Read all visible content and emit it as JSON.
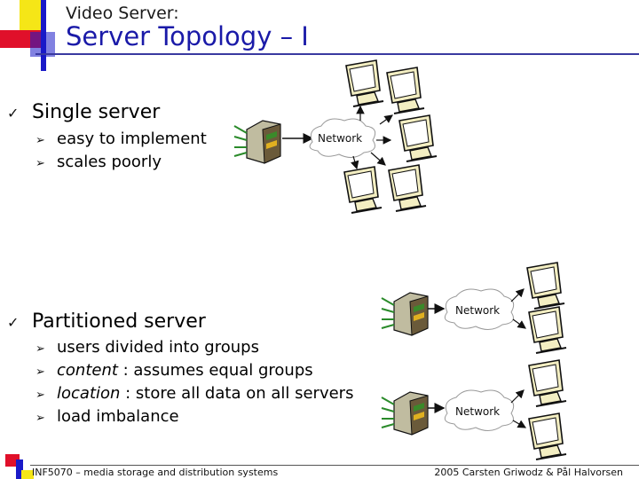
{
  "slide": {
    "subtitle": "Video Server:",
    "title": "Server Topology – I"
  },
  "section1": {
    "heading": "Single server",
    "bullets": [
      "easy to implement",
      "scales poorly"
    ],
    "network_label": "Network"
  },
  "section2": {
    "heading": "Partitioned server",
    "bullets": [
      {
        "emph": "",
        "text": "users divided into groups"
      },
      {
        "emph": "content",
        "text": " : assumes equal groups"
      },
      {
        "emph": "location",
        "text": " : store all data on all servers"
      },
      {
        "emph": "",
        "text": "load imbalance"
      }
    ],
    "network_label_top": "Network",
    "network_label_bottom": "Network"
  },
  "footer": {
    "left": "INF5070 – media storage and distribution systems",
    "right": "2005  Carsten Griwodz & Pål Halvorsen"
  },
  "colors": {
    "title": "#1a1aa8",
    "accent_red": "#e0102a",
    "accent_blue": "#1a1ac8",
    "accent_yellow": "#f5e617"
  },
  "icons": {
    "bullet_level1": "check-icon",
    "bullet_level2": "arrowhead-icon",
    "server": "server-icon",
    "client": "monitor-icon",
    "network": "cloud-icon"
  }
}
